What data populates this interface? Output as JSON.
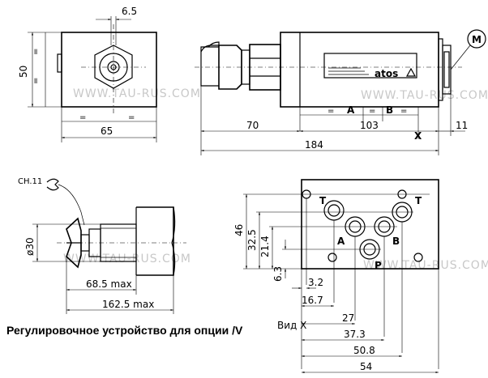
{
  "watermark": "WWW.TAU-RUS.COM",
  "front": {
    "dim_top": "6.5",
    "dim_height": "50",
    "dim_width": "65",
    "eq": "="
  },
  "side": {
    "dim_70": "70",
    "dim_103": "103",
    "dim_11": "11",
    "dim_184": "184",
    "label_a": "A",
    "label_b": "B",
    "label_x": "X",
    "label_m": "M",
    "brand": "atos",
    "eq": "="
  },
  "detail": {
    "wrench": "CH.11",
    "dia": "ø30",
    "dim_min": "68.5 max",
    "dim_max": "162.5 max"
  },
  "ports": {
    "view_label": "Вид X",
    "t_left": "T",
    "t_right": "T",
    "a": "A",
    "b": "B",
    "p": "P",
    "v_46": "46",
    "v_325": "32.5",
    "v_214": "21.4",
    "v_63": "6.3",
    "h_32": "3.2",
    "h_167": "16.7",
    "h_27": "27",
    "h_373": "37.3",
    "h_508": "50.8",
    "h_54": "54"
  },
  "caption": "Регулировочное устройство для опции /V"
}
